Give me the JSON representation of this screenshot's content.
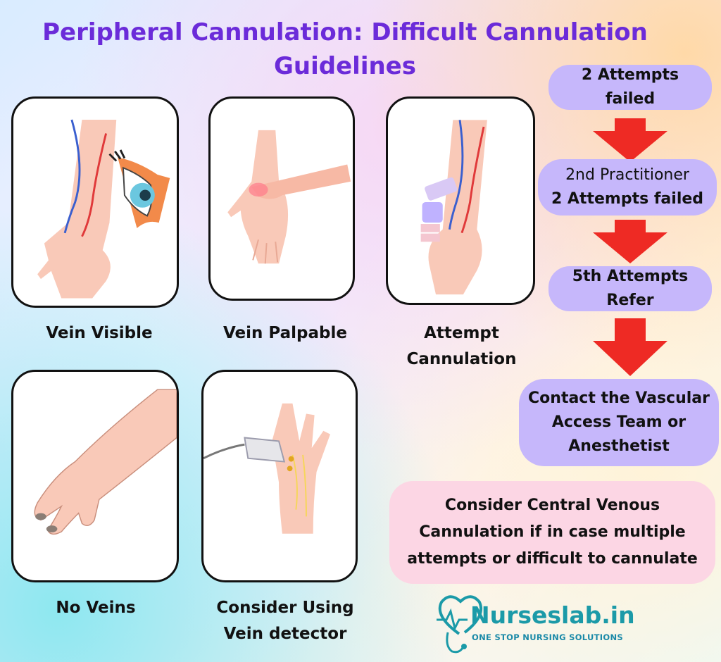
{
  "title": "Peripheral Cannulation: Difficult Cannulation Guidelines",
  "cards": {
    "vein_visible": "Vein Visible",
    "vein_palpable": "Vein Palpable",
    "attempt_cannulation": "Attempt Cannulation",
    "no_veins": "No Veins",
    "vein_detector": "Consider Using Vein detector"
  },
  "flow": {
    "step1": "2 Attempts failed",
    "step2_line1": "2nd Practitioner",
    "step2_line2": "2 Attempts failed",
    "step3": "5th Attempts Refer",
    "step4": "Contact the Vascular Access Team or Anesthetist"
  },
  "central_note": "Consider Central Venous Cannulation if in case multiple attempts or difficult to cannulate",
  "logo": {
    "name": "Nurseslab.in",
    "tagline": "ONE STOP NURSING SOLUTIONS"
  },
  "colors": {
    "title": "#6b2bd9",
    "step_box": "#c6b7fb",
    "arrow": "#ee2a24",
    "central_box": "#fcd6e4",
    "logo": "#1b9aa8"
  }
}
